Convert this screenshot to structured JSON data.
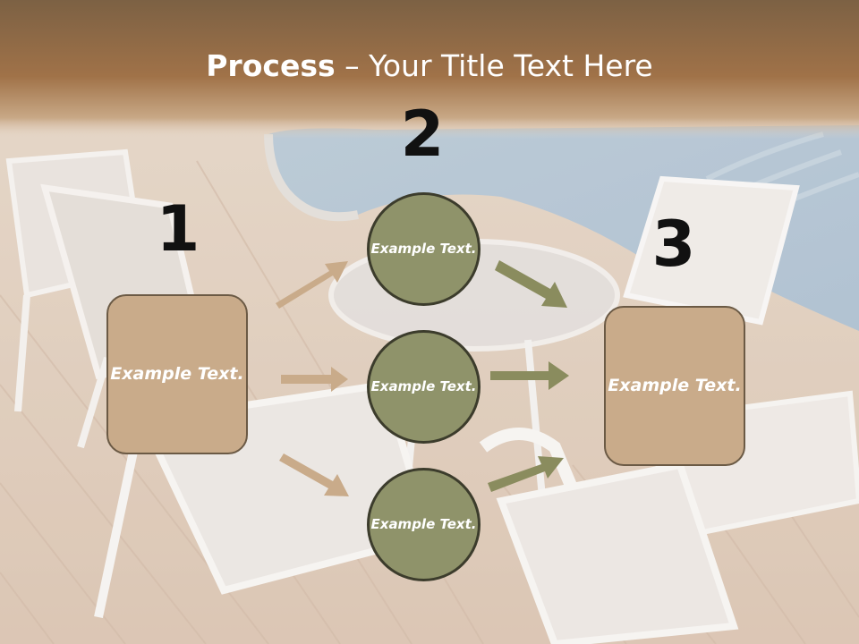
{
  "title": {
    "bold": "Process",
    "rest": " – Your Title Text Here"
  },
  "steps": [
    {
      "number": "1",
      "label": "Example Text."
    },
    {
      "number": "2",
      "label": ""
    },
    {
      "number": "3",
      "label": "Example Text."
    }
  ],
  "circles": [
    {
      "label": "Example Text."
    },
    {
      "label": "Example Text."
    },
    {
      "label": "Example Text."
    }
  ],
  "colors": {
    "banner": "#8b6a45",
    "box_fill": "#c9ab8a",
    "circle_fill": "#8f936a",
    "arrow_tan": "#c9ab8a",
    "arrow_olive": "#8a8c5e"
  }
}
